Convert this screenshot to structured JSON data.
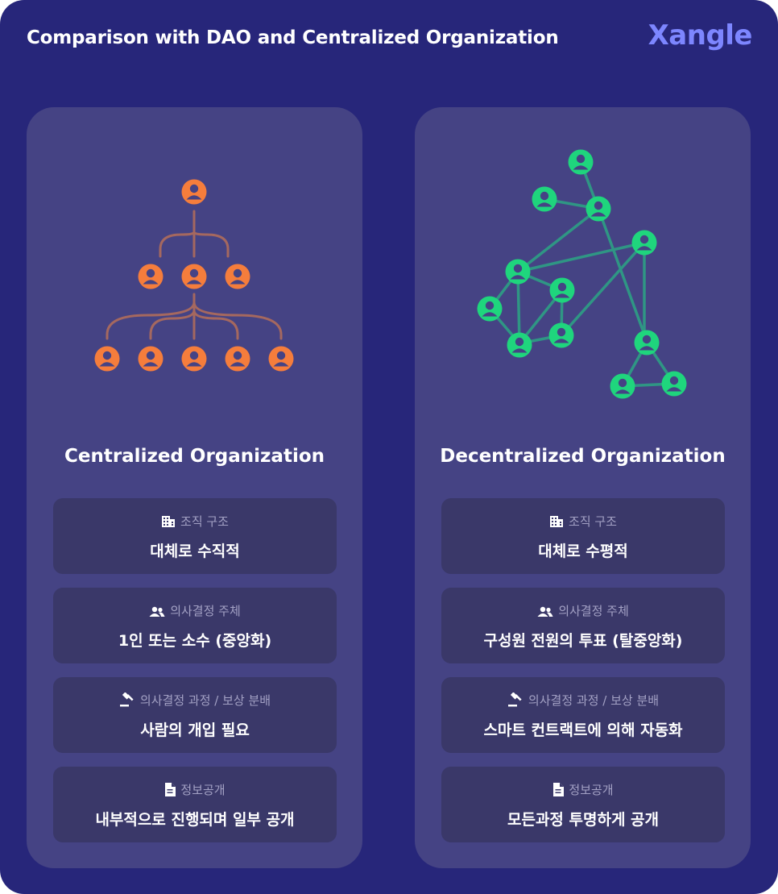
{
  "header": {
    "title": "Comparison with DAO and Centralized Organization",
    "logo": "Xangle"
  },
  "colors": {
    "background": "#27267a",
    "panel": "#454384",
    "card": "#3a3869",
    "centralized_accent": "#f57d3c",
    "centralized_line": "#a5685f",
    "decentralized_accent": "#1fd57d",
    "decentralized_line": "#2f9684",
    "logo": "#7d86ff"
  },
  "left_panel": {
    "title": "Centralized Organization",
    "cards": [
      {
        "icon": "building-icon",
        "label": "조직 구조",
        "value": "대체로 수직적"
      },
      {
        "icon": "people-icon",
        "label": "의사결정 주체",
        "value": "1인 또는 소수 (중앙화)"
      },
      {
        "icon": "gavel-icon",
        "label": "의사결정 과정 / 보상 분배",
        "value": "사람의 개입 필요"
      },
      {
        "icon": "document-icon",
        "label": "정보공개",
        "value": "내부적으로 진행되며 일부 공개"
      }
    ]
  },
  "right_panel": {
    "title": "Decentralized Organization",
    "cards": [
      {
        "icon": "building-icon",
        "label": "조직 구조",
        "value": "대체로 수평적"
      },
      {
        "icon": "people-icon",
        "label": "의사결정 주체",
        "value": "구성원 전원의 투표 (탈중앙화)"
      },
      {
        "icon": "gavel-icon",
        "label": "의사결정 과정 / 보상 분배",
        "value": "스마트 컨트랙트에 의해 자동화"
      },
      {
        "icon": "document-icon",
        "label": "정보공개",
        "value": "모든과정 투명하게 공개"
      }
    ]
  }
}
